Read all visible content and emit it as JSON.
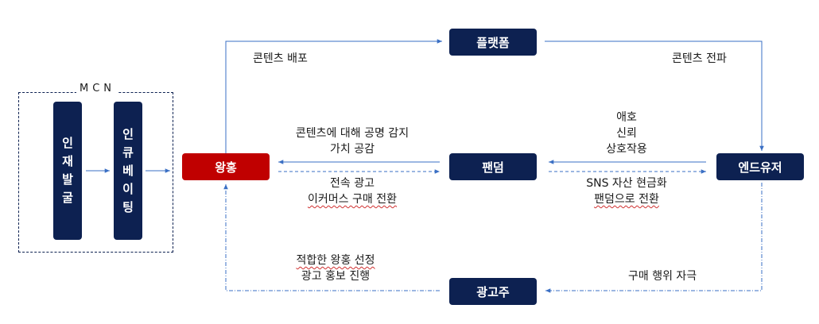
{
  "mcn": {
    "title": "MCN",
    "box1_label": "인재발굴",
    "box2_label": "인큐베이팅"
  },
  "nodes": {
    "influencer": "왕홍",
    "platform": "플랫폼",
    "fandom": "팬덤",
    "enduser": "엔드유저",
    "advertiser": "광고주"
  },
  "edges": {
    "content_distribution": "콘텐츠 배포",
    "content_spread": "콘텐츠 전파",
    "fandom_to_influencer": [
      "콘텐츠에 대해 공명 감지",
      "가치 공감"
    ],
    "influencer_to_fandom": [
      "전속 광고",
      "이커머스 구매 전환"
    ],
    "enduser_to_fandom": [
      "애호",
      "신뢰",
      "상호작용"
    ],
    "fandom_to_enduser": [
      "SNS 자산 현금화",
      "팬덤으로 전환"
    ],
    "advertiser_to_influencer": [
      "적합한 왕홍 선정",
      "광고 홍보 진행"
    ],
    "enduser_to_advertiser": "구매 행위 자극"
  }
}
